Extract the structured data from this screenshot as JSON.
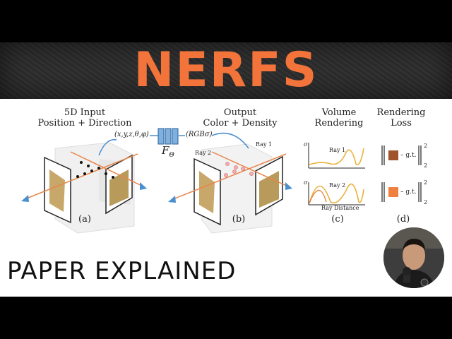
{
  "title": "NERFS",
  "overlay_text": "PAPER EXPLAINED",
  "figure": {
    "a": {
      "heading_line1": "5D Input",
      "heading_line2": "Position + Direction",
      "caption": "(a)"
    },
    "mlp": {
      "input": "(x,y,z,θ,φ)",
      "output": "(RGBσ)",
      "label": "F",
      "subscript": "Θ"
    },
    "b": {
      "heading_line1": "Output",
      "heading_line2": "Color + Density",
      "caption": "(b)",
      "ray1": "Ray 1",
      "ray2": "Ray 2"
    },
    "c": {
      "heading_line1": "Volume",
      "heading_line2": "Rendering",
      "caption": "(c)",
      "ray1": "Ray 1",
      "ray2": "Ray 2",
      "axis_sigma": "σ",
      "x_axis": "Ray Distance"
    },
    "d": {
      "heading_line1": "Rendering",
      "heading_line2": "Loss",
      "caption": "(d)",
      "gt": "g.t.",
      "exp": "2",
      "sub": "2"
    }
  },
  "colors": {
    "accent": "#f2743a",
    "ray_orange": "#e8854a",
    "curve_yellow": "#e9b23a",
    "swatch1": "#a0522d",
    "swatch2": "#f08040",
    "mlp_blue": "#4a8fd0"
  },
  "icons": [
    "presenter-avatar"
  ]
}
